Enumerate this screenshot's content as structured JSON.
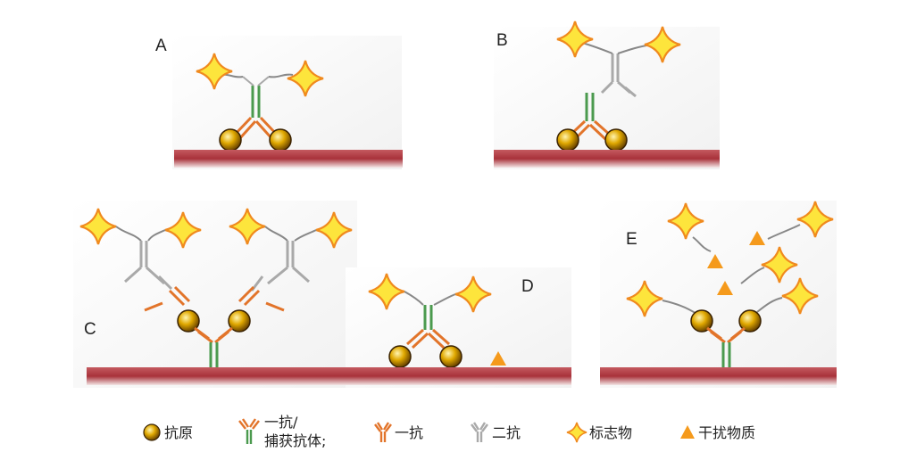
{
  "panels": {
    "A": {
      "label": "A"
    },
    "B": {
      "label": "B"
    },
    "C": {
      "label": "C"
    },
    "D": {
      "label": "D"
    },
    "E": {
      "label": "E"
    }
  },
  "legend": {
    "antigen": "抗原",
    "capture_line1": "一抗/",
    "capture_line2": "捕获抗体;",
    "primary": "一抗",
    "secondary": "二抗",
    "marker": "标志物",
    "interferent": "干扰物质"
  },
  "colors": {
    "surface": "#a8323a",
    "antigen": "#d9a100",
    "primary_antibody": "#e2742a",
    "capture_antibody": "#4b9a4e",
    "secondary_antibody": "#a9a9a9",
    "marker_fill": "#fde53c",
    "marker_stroke": "#f08a1e",
    "interferent": "#f59a1c"
  },
  "icons": [
    "antigen-sphere-icon",
    "y-antibody-icon",
    "four-point-star-icon",
    "triangle-icon"
  ]
}
